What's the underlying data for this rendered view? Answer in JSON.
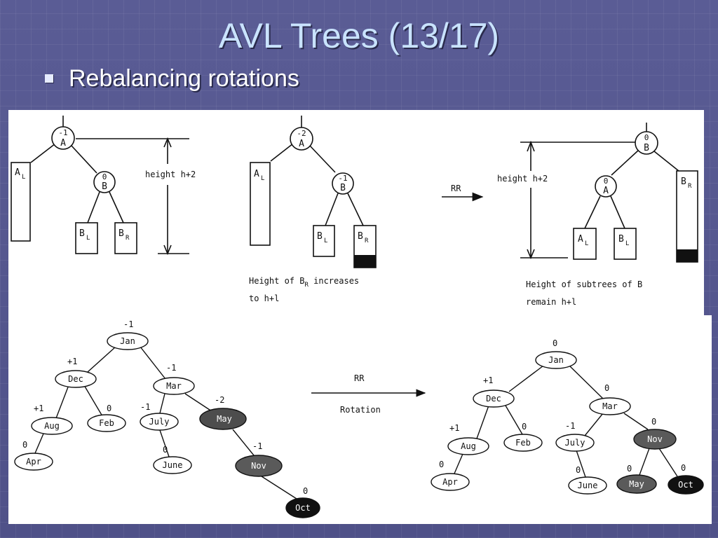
{
  "slide": {
    "title": "AVL Trees (13/17)",
    "bullet": "Rebalancing rotations"
  },
  "top_diagram": {
    "panel1": {
      "root": {
        "balance": "-1",
        "label": "A"
      },
      "child": {
        "balance": "0",
        "label": "B"
      },
      "subtrees": {
        "al": "A",
        "al_sub": "L",
        "bl": "B",
        "bl_sub": "L",
        "br": "B",
        "br_sub": "R"
      },
      "height_label": "height h+2"
    },
    "panel2": {
      "root": {
        "balance": "-2",
        "label": "A"
      },
      "child": {
        "balance": "-1",
        "label": "B"
      },
      "subtrees": {
        "al": "A",
        "al_sub": "L",
        "bl": "B",
        "bl_sub": "L",
        "br": "B",
        "br_sub": "R"
      },
      "caption_line1": "Height of B",
      "caption_line1_sub": "R",
      "caption_line1_end": " increases",
      "caption_line2": "to h+l"
    },
    "arrow_label": "RR",
    "panel3": {
      "root": {
        "balance": "0",
        "label": "B"
      },
      "child": {
        "balance": "0",
        "label": "A"
      },
      "subtrees": {
        "br": "B",
        "br_sub": "R",
        "al": "A",
        "al_sub": "L",
        "bl": "B",
        "bl_sub": "L"
      },
      "height_label": "height h+2",
      "caption_line1": "Height of subtrees of B",
      "caption_line2": "remain h+l"
    }
  },
  "bottom_diagram": {
    "before": {
      "jan": {
        "label": "Jan",
        "balance": "-1"
      },
      "dec": {
        "label": "Dec",
        "balance": "+1"
      },
      "mar": {
        "label": "Mar",
        "balance": "-1"
      },
      "aug": {
        "label": "Aug",
        "balance": "+1"
      },
      "feb": {
        "label": "Feb",
        "balance": "0"
      },
      "july": {
        "label": "July",
        "balance": "-1"
      },
      "may": {
        "label": "May",
        "balance": "-2"
      },
      "apr": {
        "label": "Apr",
        "balance": "0"
      },
      "june": {
        "label": "June",
        "balance": "0"
      },
      "nov": {
        "label": "Nov",
        "balance": "-1"
      },
      "oct": {
        "label": "Oct",
        "balance": "0"
      }
    },
    "rotation": {
      "line1": "RR",
      "line2": "Rotation"
    },
    "after": {
      "jan": {
        "label": "Jan",
        "balance": "0"
      },
      "dec": {
        "label": "Dec",
        "balance": "+1"
      },
      "mar": {
        "label": "Mar",
        "balance": "0"
      },
      "aug": {
        "label": "Aug",
        "balance": "+1"
      },
      "feb": {
        "label": "Feb",
        "balance": "0"
      },
      "july": {
        "label": "July",
        "balance": "-1"
      },
      "nov": {
        "label": "Nov",
        "balance": "0"
      },
      "apr": {
        "label": "Apr",
        "balance": "0"
      },
      "june": {
        "label": "June",
        "balance": "0"
      },
      "may": {
        "label": "May",
        "balance": "0"
      },
      "oct": {
        "label": "Oct",
        "balance": "0"
      }
    }
  }
}
